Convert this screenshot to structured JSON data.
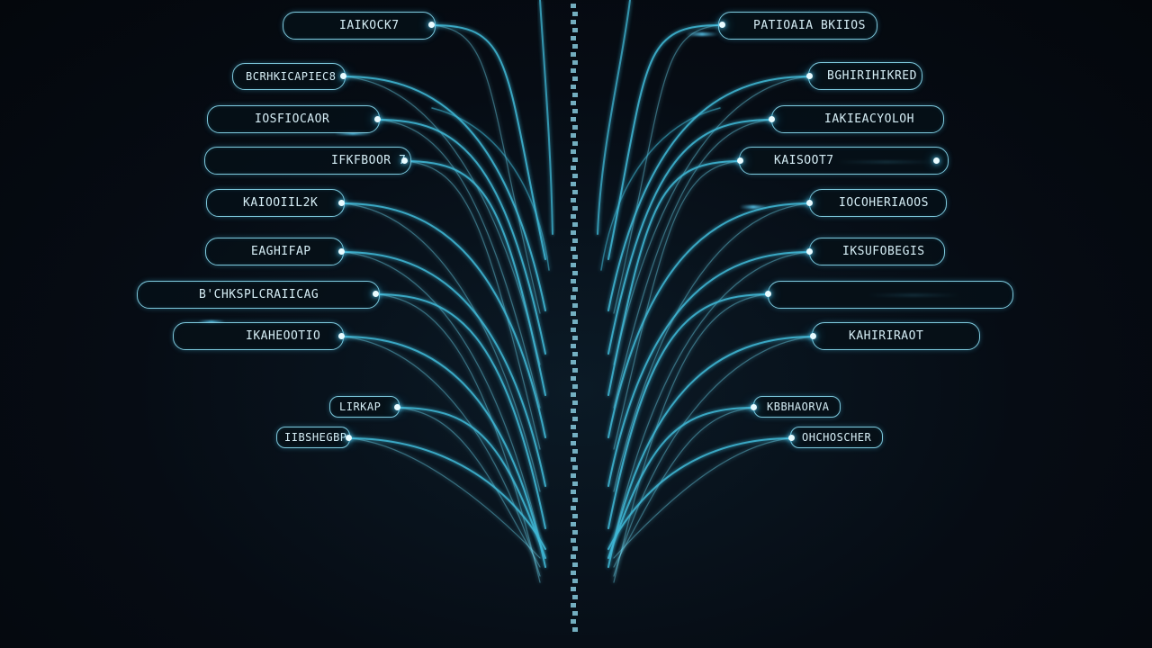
{
  "diagram": {
    "left_labels": [
      "IAIKOCK7",
      "BCRHKICAPIEC8",
      "IOSFIOCAOR",
      "IFKFBOOR 7",
      "KAIOOIIL2K",
      "EAGHIFAP",
      "B'CHKSPLCRAIICAG",
      "IKAHEOOTIO",
      "LIRKAP",
      "IIBSHEGBP"
    ],
    "right_labels": [
      "PATIOAIA BKIIOS",
      "BGHIRIHIKRED",
      "IAKIEACYOLOH",
      "KAISOOT7",
      "IOCOHERIAOOS",
      "IKSUFOBEGIS",
      "",
      "KAHIRIRAOT",
      "KBBHAORVA",
      "OHCHOSCHER"
    ],
    "colors": {
      "background": "#05090f",
      "line": "#3fb8d6",
      "line_glow": "#6fdcf5",
      "pill_border": "#7ec9dd",
      "text": "#d6eef6"
    }
  }
}
